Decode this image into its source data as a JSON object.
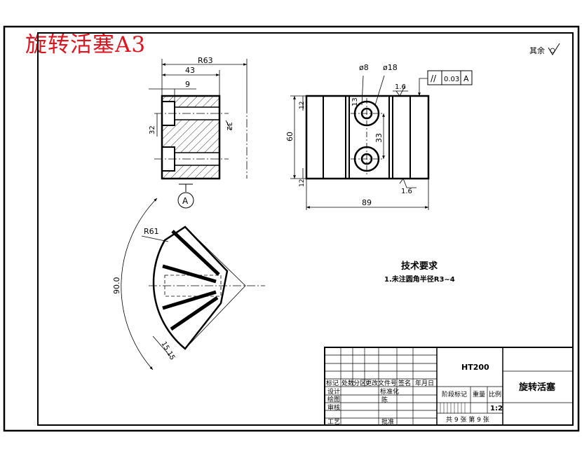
{
  "sheet_title": "旋转活塞A3",
  "surface_note": "其余",
  "dimensions": {
    "r63": "R63",
    "d43": "43",
    "d9": "9",
    "d32": "32",
    "d32b": "32",
    "datum_a": "A",
    "phi8": "ø8",
    "phi18": "ø18",
    "d13": "13",
    "d33": "33",
    "d60": "60",
    "d12a": "12",
    "d12b": "12",
    "d89": "89",
    "rough_top": "1.6",
    "rough_bottom": "1.6",
    "parallel_symbol": "//",
    "tolerance": "0.03",
    "tolerance_datum": "A",
    "r61": "R61",
    "angle": "90.0",
    "d15": "15.15"
  },
  "tech_requirements": {
    "heading": "技术要求",
    "item1": "1.未注圆角半径R3~4"
  },
  "title_block": {
    "material": "HT200",
    "part_name": "旋转活塞",
    "scale": "1:2",
    "h_mark": "标记",
    "h_count": "处数",
    "h_zone": "分区",
    "h_doc": "更改文件号",
    "h_sign": "签名",
    "h_date": "年月日",
    "r_design": "设计",
    "r_std": "标准化",
    "r_draw": "绘图",
    "r_check": "审核",
    "r_process": "工艺",
    "r_approve": "批准",
    "r_std_sign": "陈",
    "h_stage": "阶段标记",
    "h_weight": "重量",
    "h_ratio": "比例",
    "sheets": "共 9 张  第 9 张"
  }
}
